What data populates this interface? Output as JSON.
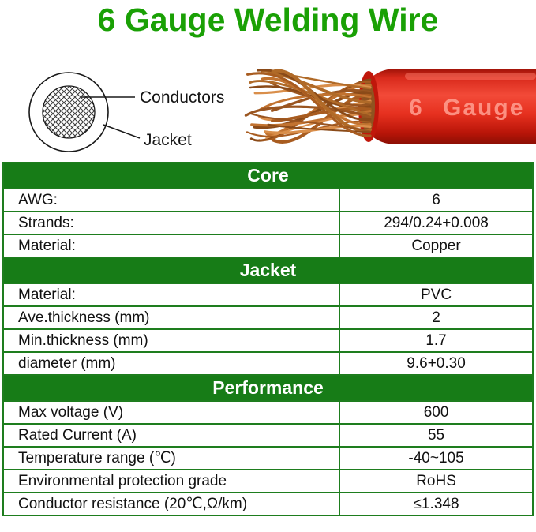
{
  "title": "6 Gauge Welding Wire",
  "diagram": {
    "conductors_label": "Conductors",
    "jacket_label": "Jacket",
    "cable_print": "6 Gauge"
  },
  "table": {
    "sections": [
      {
        "header": "Core",
        "rows": [
          {
            "label": "AWG:",
            "value": "6"
          },
          {
            "label": "Strands:",
            "value": "294/0.24+0.008"
          },
          {
            "label": "Material:",
            "value": "Copper"
          }
        ]
      },
      {
        "header": "Jacket",
        "rows": [
          {
            "label": "Material:",
            "value": "PVC"
          },
          {
            "label": "Ave.thickness (mm)",
            "value": "2"
          },
          {
            "label": "Min.thickness (mm)",
            "value": "1.7"
          },
          {
            "label": "diameter (mm)",
            "value": "9.6+0.30"
          }
        ]
      },
      {
        "header": "Performance",
        "rows": [
          {
            "label": "Max voltage (V)",
            "value": "600"
          },
          {
            "label": "Rated Current (A)",
            "value": "55"
          },
          {
            "label": "Temperature range (℃)",
            "value": "-40~105"
          },
          {
            "label": "Environmental protection grade",
            "value": "RoHS"
          },
          {
            "label": "Conductor resistance (20℃,Ω/km)",
            "value": "≤1.348"
          }
        ]
      }
    ]
  },
  "colors": {
    "title_green": "#1aa005",
    "header_green": "#177c17",
    "border_green": "#1e7d1e",
    "cable_red": "#e8291b",
    "copper_palette": [
      "#8a4a18",
      "#a85c20",
      "#c27330",
      "#d98e4a",
      "#b06a28",
      "#9a5520"
    ]
  }
}
